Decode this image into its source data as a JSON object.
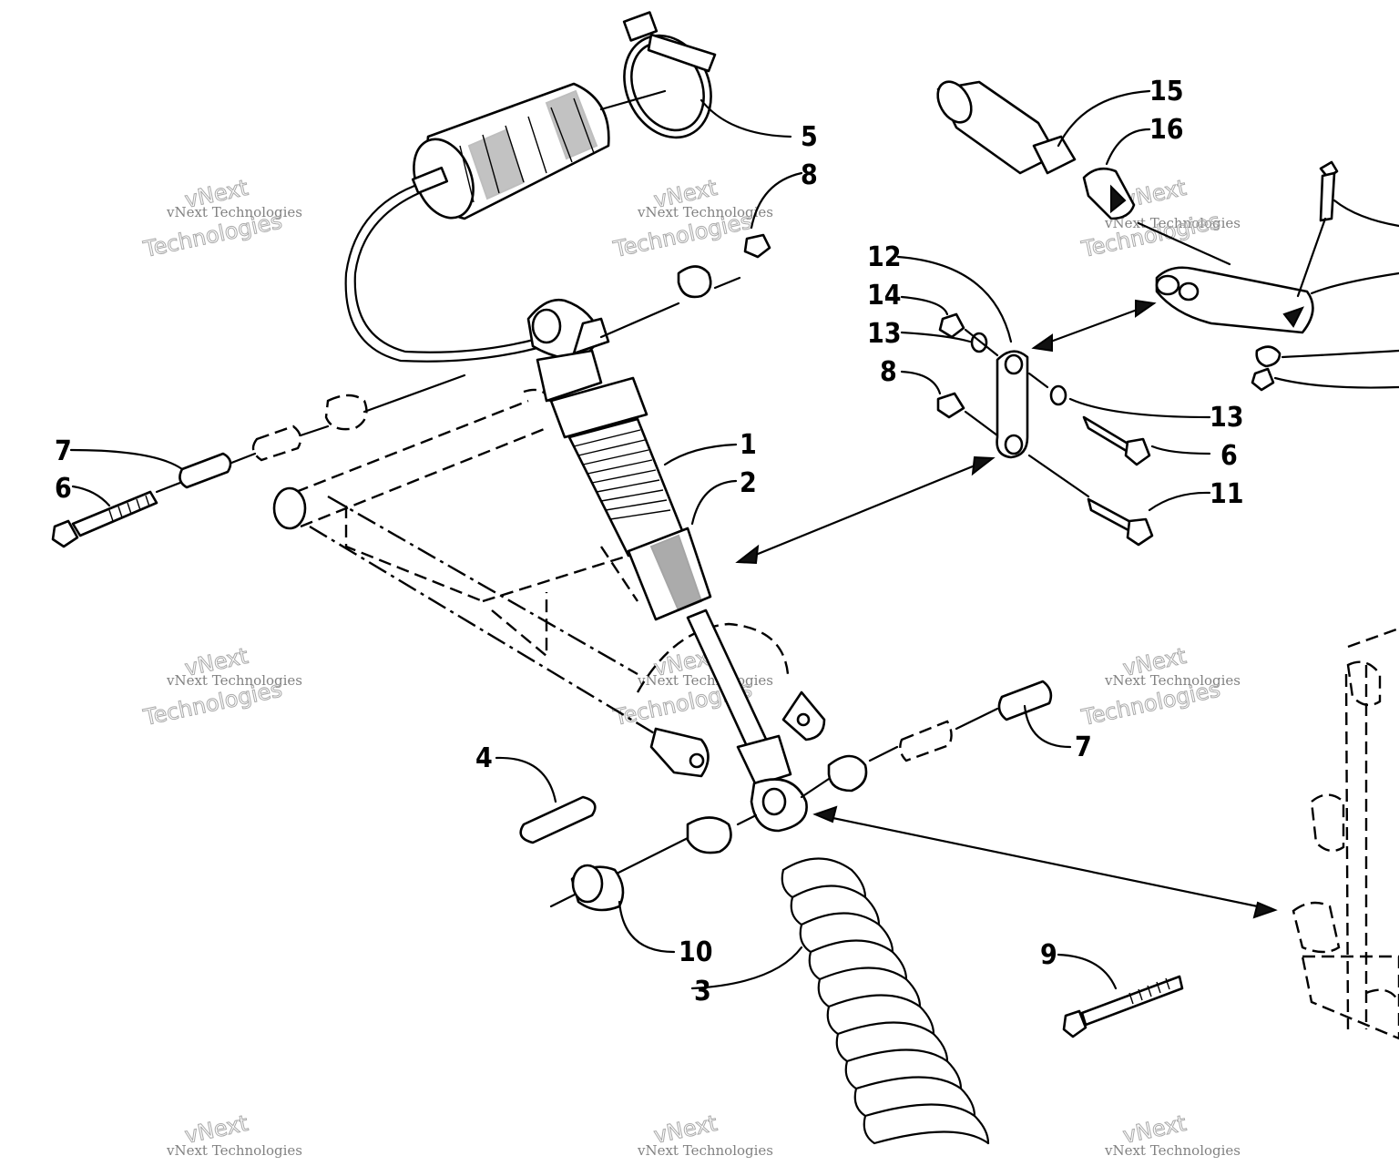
{
  "callouts": {
    "c1": "1",
    "c2": "2",
    "c3": "3",
    "c4": "4",
    "c5": "5",
    "c6a": "6",
    "c6b": "6",
    "c7a": "7",
    "c7b": "7",
    "c8a": "8",
    "c8b": "8",
    "c9": "9",
    "c10": "10",
    "c11": "11",
    "c12": "12",
    "c13a": "13",
    "c13b": "13",
    "c14": "14",
    "c15": "15",
    "c16": "16"
  },
  "watermark": {
    "line1": "vNext Technologies",
    "line2a": "vNext",
    "line2b": "Technologies"
  }
}
